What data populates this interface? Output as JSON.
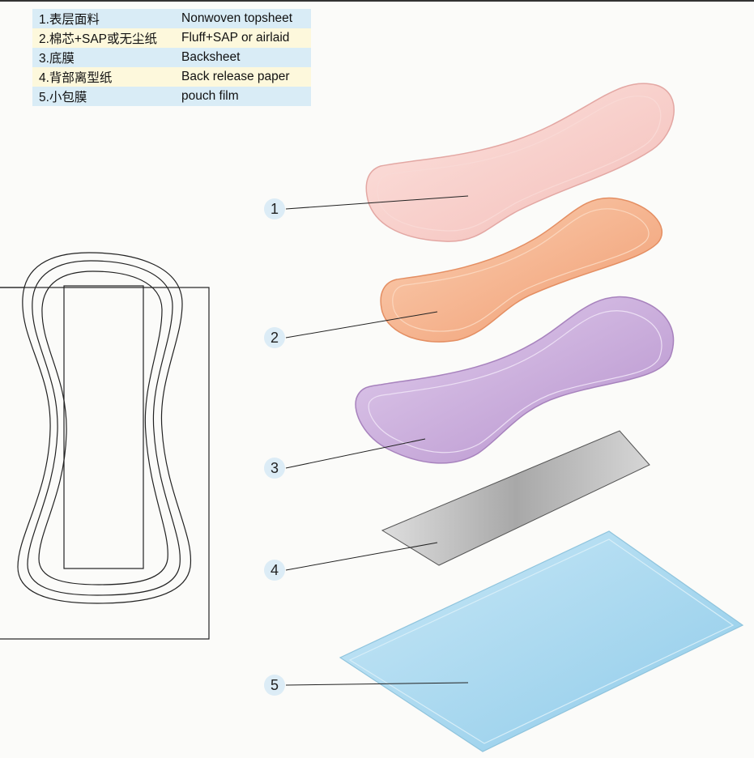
{
  "legend": [
    {
      "zh": "1.表层面料",
      "en": "Nonwoven topsheet"
    },
    {
      "zh": "2.棉芯+SAP或无尘纸",
      "en": "Fluff+SAP or airlaid"
    },
    {
      "zh": "3.底膜",
      "en": "Backsheet"
    },
    {
      "zh": "4.背部离型纸",
      "en": "Back release paper"
    },
    {
      "zh": "5.小包膜",
      "en": "pouch film"
    }
  ],
  "callouts": [
    "1",
    "2",
    "3",
    "4",
    "5"
  ],
  "colors": {
    "topsheet": "#f7cfca",
    "core": "#f4b48e",
    "backsheet": "#c7a8d8",
    "release_paper": "#b9b9b9",
    "pouch": "#a9d8ef",
    "callout_bg": "#dcecf6"
  }
}
